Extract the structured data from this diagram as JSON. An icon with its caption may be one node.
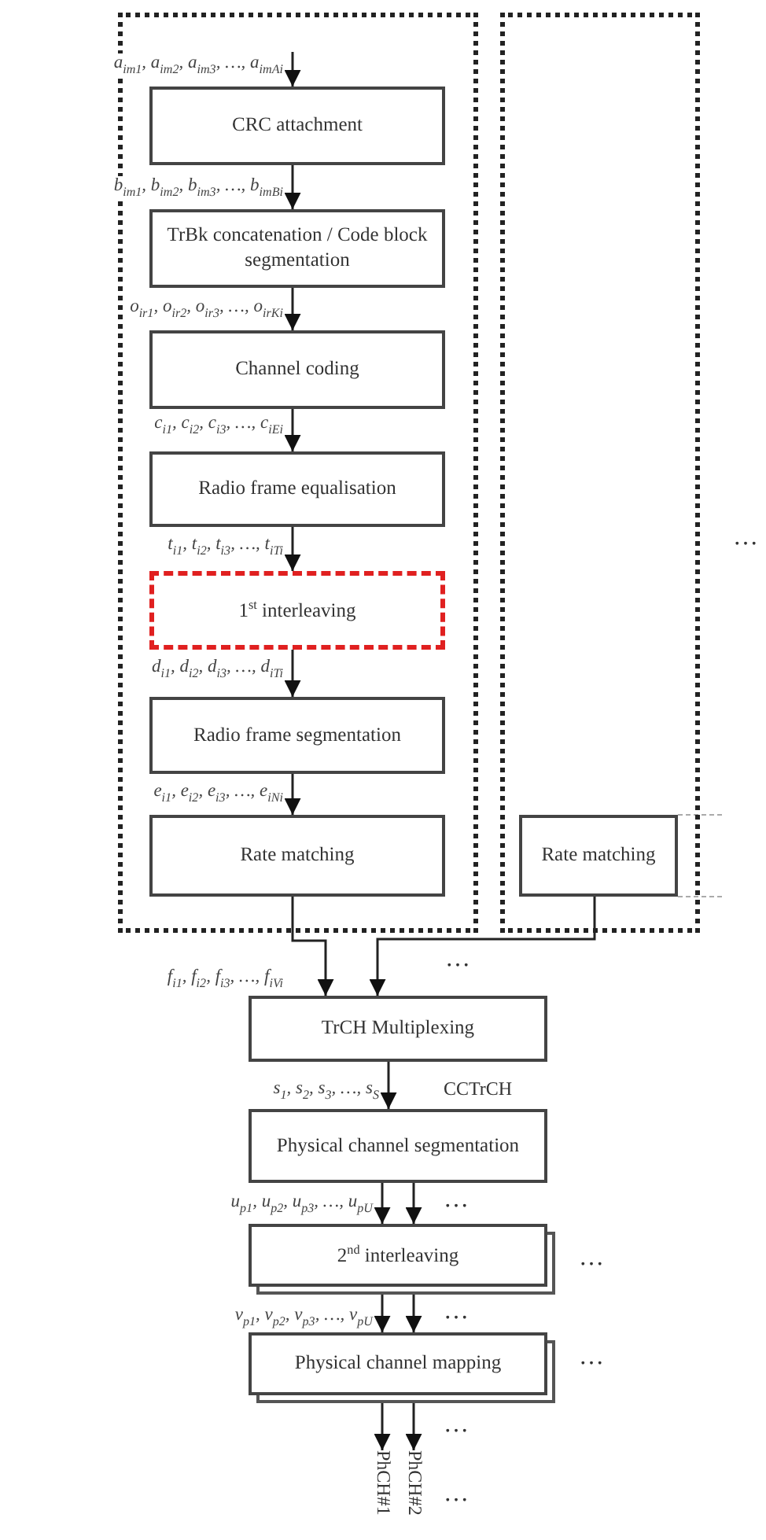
{
  "diagram": {
    "nodes": [
      {
        "text": [],
        "shape": "box"
      },
      {
        "text": [],
        "shape": "box"
      },
      {
        "text": [
          "CRC attachment"
        ],
        "in": 0
      },
      {
        "text": [
          "TrBk concatenation / Code block segmentation"
        ],
        "in": 0
      },
      {
        "text": [
          "Channel coding"
        ],
        "in": 0
      },
      {
        "text": [
          "Radio frame equalisation"
        ],
        "in": 0
      },
      {
        "text": [
          "1$^{st}$ interleaving"
        ],
        "in": 0
      },
      {
        "text": [
          "Radio frame segmentation"
        ],
        "in": 0
      },
      {
        "text": [
          "Rate matching"
        ],
        "in": 0
      },
      {
        "text": [
          "Rate matching"
        ],
        "in": 1
      },
      {
        "text": [
          "TrCH Multiplexing"
        ]
      },
      {
        "text": [
          "Physical channel segmentation"
        ]
      },
      {
        "text": [
          "2$^{nd}$ interleaving"
        ]
      },
      {
        "text": [
          "Physical channel mapping"
        ]
      },
      {
        "text": [
          "PhCH#1"
        ]
      },
      {
        "text": [
          "PhCH#2"
        ]
      }
    ],
    "edges": [
      {
        "from": null,
        "to": 2,
        "arrow": "to",
        "label": "a$_{im1}$, a$_{im2}$, a$_{im3}$, …, a$_{imAi}$"
      },
      {
        "from": 2,
        "to": 3,
        "arrow": "to",
        "label": "b$_{im1}$, b$_{im2}$, b$_{im3}$, …, b$_{imBi}$"
      },
      {
        "from": 3,
        "to": 4,
        "arrow": "to",
        "label": "o$_{ir1}$, o$_{ir2}$, o$_{ir3}$, …, o$_{irKi}$"
      },
      {
        "from": 4,
        "to": 5,
        "arrow": "to",
        "label": "c$_{i1}$, c$_{i2}$, c$_{i3}$, …, c$_{iEi}$"
      },
      {
        "from": 5,
        "to": 6,
        "arrow": "to",
        "label": "t$_{i1}$, t$_{i2}$, t$_{i3}$, …, t$_{iTi}$"
      },
      {
        "from": 6,
        "to": 7,
        "arrow": "to",
        "label": "d$_{i1}$, d$_{i2}$, d$_{i3}$, …, d$_{iTi}$"
      },
      {
        "from": 7,
        "to": 8,
        "arrow": "to",
        "label": "e$_{i1}$, e$_{i2}$, e$_{i3}$, …, e$_{iNi}$"
      },
      {
        "from": 8,
        "to": 10,
        "arrow": "to",
        "label": "f$_{i1}$, f$_{i2}$, f$_{i3}$, …, f$_{iVi}$"
      },
      {
        "from": 9,
        "to": 10,
        "arrow": "to"
      },
      {
        "from": 10,
        "to": 11,
        "arrow": "to",
        "label": "s$_{1}$, s$_{2}$, s$_{3}$, …, s$_{S}$"
      },
      {
        "from": 11,
        "to": 12,
        "arrow": "to",
        "label": "u$_{p1}$, u$_{p2}$, u$_{p3}$, …, u$_{pU}$"
      },
      {
        "from": 11,
        "to": 12,
        "arrow": "to"
      },
      {
        "from": 12,
        "to": 13,
        "arrow": "to",
        "label": "v$_{p1}$, v$_{p2}$, v$_{p3}$, …, v$_{pU}$"
      },
      {
        "from": 12,
        "to": 13,
        "arrow": "to"
      },
      {
        "from": 13,
        "to": 14,
        "arrow": "to"
      },
      {
        "from": 13,
        "to": 15,
        "arrow": "to"
      }
    ],
    "labels": [
      "…",
      "…",
      "CCTrCH",
      "…",
      "…",
      "…",
      "…",
      "…",
      "…"
    ]
  }
}
